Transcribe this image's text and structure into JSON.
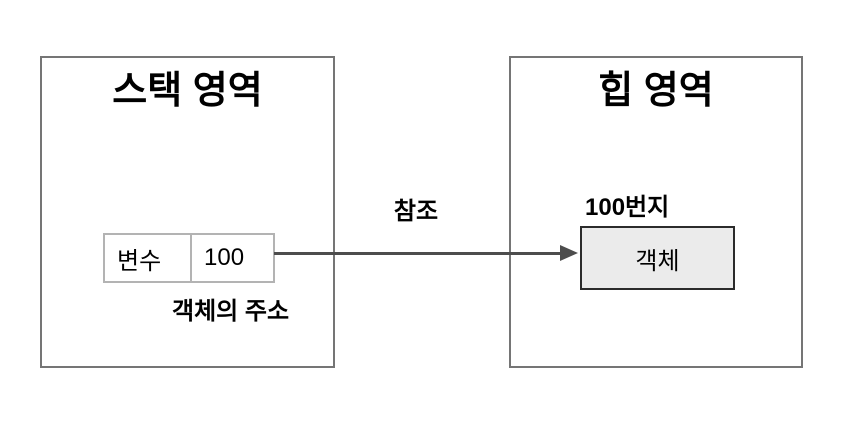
{
  "stack": {
    "title": "스택 영역",
    "variable_name": "변수",
    "variable_value": "100",
    "caption": "객체의 주소"
  },
  "heap": {
    "title": "힙 영역",
    "address_label": "100번지",
    "object_label": "객체"
  },
  "arrow": {
    "label": "참조"
  },
  "colors": {
    "background": "#ffffff",
    "text": "#000000",
    "region_border": "#757575",
    "variable_cell_border": "#b3b3b3",
    "arrow": "#4d4d4d",
    "object_box_fill": "#ebebeb",
    "object_box_border": "#2b2b2b"
  }
}
